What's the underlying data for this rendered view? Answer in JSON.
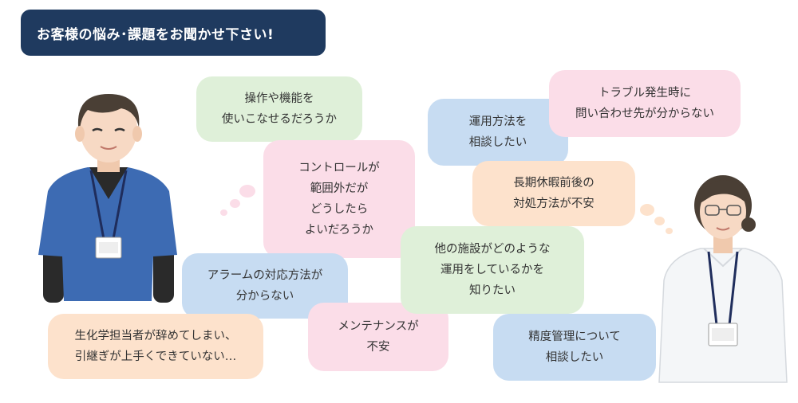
{
  "colors": {
    "banner": "#1f3a5f",
    "green": "#dff0d9",
    "pink": "#fbdde8",
    "blue": "#c7dcf2",
    "peach": "#fde2cc",
    "skin": "#f7d9c4",
    "hair": "#4a3f35",
    "scrub": "#3d6bb3",
    "white_coat": "#f4f6f8"
  },
  "title": "お客様の悩み･課題をお聞かせ下さい!",
  "bubbles": {
    "operation": "操作や機能を\n使いこなせるだろうか",
    "controller": "コントロールが\n範囲外だが\nどうしたら\nよいだろうか",
    "alarm": "アラームの対応方法が\n分からない",
    "staff": "生化学担当者が辞めてしまい、\n引継ぎが上手くできていない…",
    "maintenance": "メンテナンスが\n不安",
    "usage": "運用方法を\n相談したい",
    "trouble": "トラブル発生時に\n問い合わせ先が分からない",
    "holiday": "長期休暇前後の\n対処方法が不安",
    "facilities": "他の施設がどのような\n運用をしているかを\n知りたい",
    "accuracy": "精度管理について\n相談したい"
  },
  "icons": {
    "male_staff": "male-medical-staff-illustration",
    "female_staff": "female-nurse-illustration"
  }
}
